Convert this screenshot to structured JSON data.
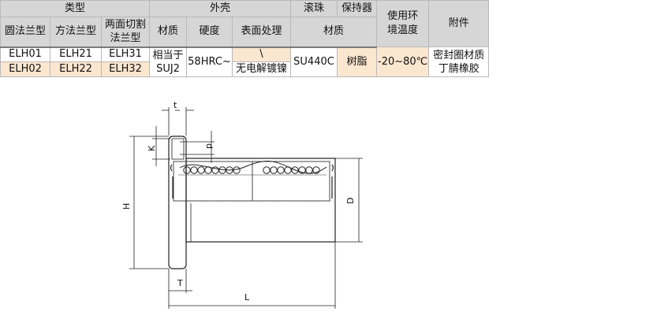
{
  "table": {
    "groups": {
      "type": "类型",
      "housing": "外壳",
      "ball": "滚珠",
      "retainer": "保持器",
      "temp": "使用环境温度",
      "accessory": "附件"
    },
    "sub": {
      "round": "圆法兰型",
      "square": "方法兰型",
      "cut": "两面切割法兰型",
      "material": "材质",
      "hardness": "硬度",
      "surface": "表面处理",
      "ball_retainer_material": "材质"
    },
    "codes": {
      "round": [
        "ELH01",
        "ELH02"
      ],
      "square": [
        "ELH21",
        "ELH22"
      ],
      "cut": [
        "ELH31",
        "ELH32"
      ]
    },
    "values": {
      "housing_material": "相当于SUJ2",
      "hardness": "58HRC~",
      "surface_top": "\\",
      "surface_bottom": "无电解镀镍",
      "ball_material": "SU440C",
      "retainer_material": "树脂",
      "temp": "-20~80℃",
      "accessory": "密封圈材质丁腈橡胶"
    }
  },
  "drawing": {
    "labels": {
      "t": "t",
      "K": "K",
      "p": "p",
      "H": "H",
      "D": "D",
      "T": "T",
      "L": "L"
    }
  }
}
